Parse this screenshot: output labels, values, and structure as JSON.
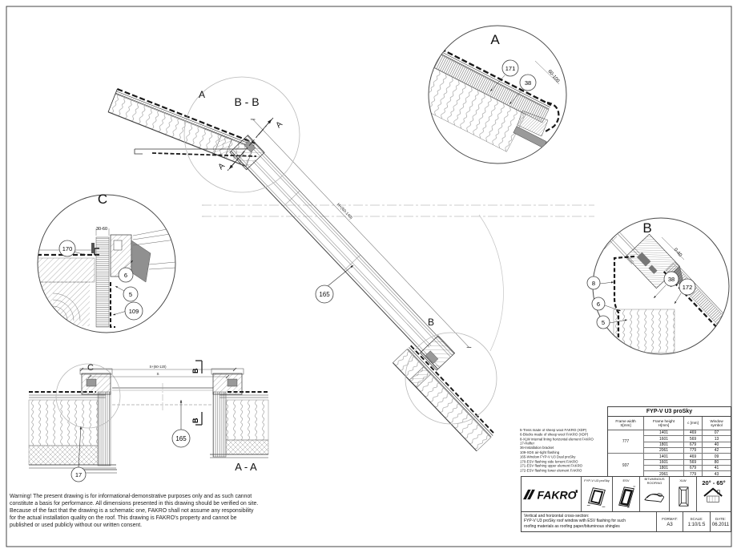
{
  "warning": {
    "text": "Warning! The present drawing is for informational-demonstrative purposes only and as such cannot\nconstitute a basis for performance. All dimensions presented in this drawing should be verified on site.\nBecause of the fact that the drawing is a schematic one, FAKRO shall not assume any responsibility\nfor the actual installation quality on the roof. This drawing is FAKRO's property and cannot be\npublished  or used publicly without our written consent."
  },
  "parts_list": {
    "items": [
      "5-Tress made of sheep wool FAKRO (XDP)",
      "6-Blocks made of sheep wool FAKRO (XDP)",
      "8-XLW internal lining horizontal element FAKRO",
      "17-Rafter",
      "36-Installation bracket",
      "109-XDS air-tight flashing",
      "165-Window FYP-V U3 Dual proSky",
      "170-ESV flashing side lement FAKRO",
      "171-ESV flashing upper element FAKRO",
      "172-ESV flashing lower element FAKRO"
    ]
  },
  "size_table": {
    "title": "FYP-V U3 proSky",
    "headers": [
      "Frame width\nS[mm]",
      "Frame height\nH[mm]",
      "c [mm]",
      "Window\nsymbol"
    ],
    "groups": [
      {
        "width": "777",
        "rows": [
          [
            "1401",
            "469",
            "07"
          ],
          [
            "1601",
            "569",
            "13"
          ],
          [
            "1801",
            "679",
            "40"
          ],
          [
            "2061",
            "779",
            "42"
          ]
        ]
      },
      {
        "width": "937",
        "rows": [
          [
            "1401",
            "469",
            "09"
          ],
          [
            "1601",
            "569",
            "80"
          ],
          [
            "1801",
            "679",
            "41"
          ],
          [
            "2061",
            "779",
            "43"
          ]
        ]
      }
    ]
  },
  "title_block": {
    "brand": "FAKRO",
    "icon_labels": [
      "FYP-V U3 proSky",
      "ESV",
      "BITUMINOUS\nROOFING",
      "XLW"
    ],
    "pitch": "20° - 65°",
    "description": "Vertical and horizontal cross-section:\nFYP-V U3 proSky roof window with ESV flashing for such\nroofing materials as roofing paper/bituminous shingles",
    "format_label": "FORMAT:",
    "format_value": "A3",
    "scale_label": "SCALE:",
    "scale_value": "1:10/1:5",
    "date_label": "DATE:",
    "date_value": "06.2011"
  },
  "drawing": {
    "section_bb": "B - B",
    "section_aa": "A - A",
    "detail_a": {
      "label": "A",
      "callout_171": "171",
      "callout_38": "38",
      "dim": "60-100"
    },
    "detail_b": {
      "label": "B",
      "callout_8": "8",
      "callout_6": "6",
      "callout_5": "5",
      "callout_38": "38",
      "callout_172": "172",
      "dim": "0-40"
    },
    "detail_c": {
      "label": "C",
      "callout_170": "170",
      "callout_6": "6",
      "callout_5": "5",
      "callout_109": "109",
      "dim": "30-60"
    },
    "refs": {
      "detail_a": "A",
      "detail_b": "B",
      "detail_c": "C",
      "cut_a": "A",
      "cut_b": "B"
    },
    "callout_window": "165",
    "callout_rafter": "17",
    "dims": {
      "frame_width": "S",
      "opening_width": "S+(60-120)",
      "opening_height": "H+(60-140)"
    }
  }
}
